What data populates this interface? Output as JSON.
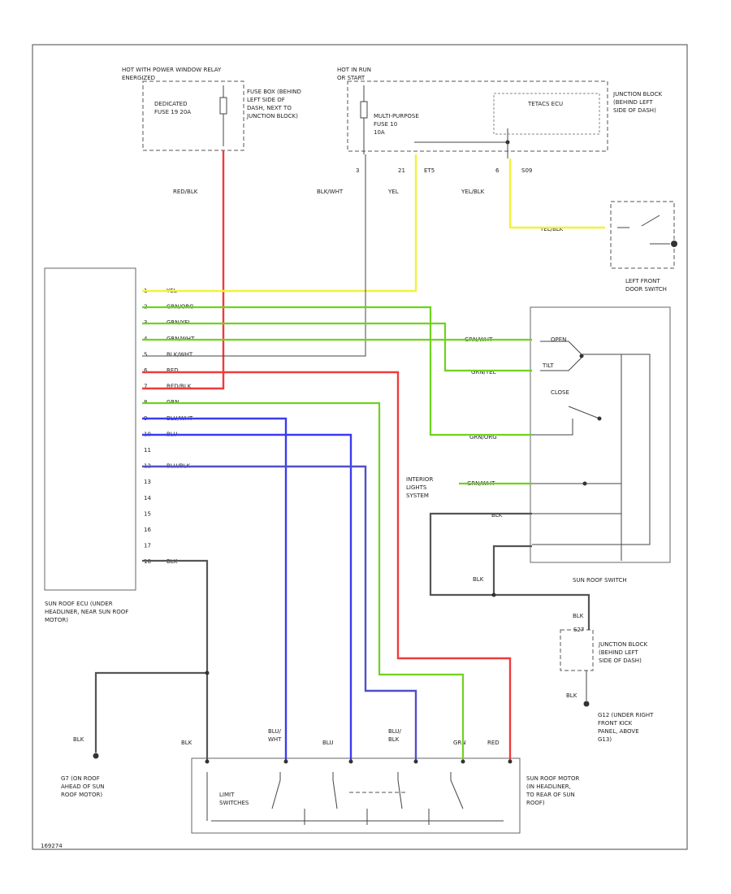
{
  "connectors": {
    "hot_power": "HOT WITH POWER WINDOW RELAY ENERGIZED",
    "dedicated_fuse": "DEDICATED FUSE 19 20A",
    "fuse_box": "FUSE BOX (BEHIND LEFT SIDE OF DASH, NEXT TO JUNCTION BLOCK)",
    "hot_run": "HOT IN RUN OR START",
    "multi_fuse": "MULTI-PURPOSE FUSE 10 10A",
    "tetra_ecu": "TETACS ECU",
    "jb_top": "JUNCTION BLOCK (BEHIND LEFT SIDE OF DASH)",
    "left_door_switch": "LEFT FRONT DOOR SWITCH",
    "ecu_name": "SUN ROOF ECU (UNDER HEADLINER, NEAR SUN ROOF MOTOR)",
    "sunroof_switch": "SUN ROOF SWITCH",
    "interior_lights": "INTERIOR LIGHTS SYSTEM",
    "jb_bottom": "JUNCTION BLOCK (BEHIND LEFT SIDE OF DASH)",
    "ground_g12": "G12 (UNDER RIGHT FRONT KICK PANEL, ABOVE G13)",
    "ground_g7": "G7 (ON ROOF AHEAD OF SUN ROOF MOTOR)",
    "motor": "SUN ROOF MOTOR (IN HEADLINER, TO REAR OF SUN ROOF)",
    "limit_switches": "LIMIT SWITCHES",
    "switch_open": "OPEN",
    "switch_tilt": "TILT",
    "switch_close": "CLOSE",
    "diagram_id": "169274"
  },
  "wire_labels": {
    "red_blk": "RED/BLK",
    "blk_wht": "BLK/WHT",
    "yel": "YEL",
    "yel_blk": "YEL/BLK",
    "yel_blk2": "YEL/BLK",
    "grn_org": "GRN/ORG",
    "grn_yel": "GRN/YEL",
    "grn_wht": "GRN/WHT",
    "grn_wht2": "GRN/WHT",
    "blk_top": "BLK",
    "blk_sw": "BLK",
    "blk_jb": "BLK",
    "blk_g12": "BLK",
    "blk_g7": "BLK",
    "blk_mot": "BLK",
    "blu_wht": "BLU/ WHT",
    "blu": "BLU",
    "blu_blk": "BLU/ BLK",
    "grn": "GRN",
    "red": "RED"
  },
  "pins": {
    "p3": "3",
    "p21": "21",
    "p6": "6",
    "ets": "ET5",
    "s09": "S09",
    "s27": "S27"
  },
  "ecu_rows": [
    {
      "pin": "1",
      "wire": "YEL"
    },
    {
      "pin": "2",
      "wire": "GRN/ORG"
    },
    {
      "pin": "3",
      "wire": "GRN/YEL"
    },
    {
      "pin": "4",
      "wire": "GRN/WHT"
    },
    {
      "pin": "5",
      "wire": "BLK/WHT"
    },
    {
      "pin": "6",
      "wire": "RED"
    },
    {
      "pin": "7",
      "wire": "RED/BLK"
    },
    {
      "pin": "8",
      "wire": "GRN"
    },
    {
      "pin": "9",
      "wire": "BLU/WHT"
    },
    {
      "pin": "10",
      "wire": "BLU"
    },
    {
      "pin": "11",
      "wire": ""
    },
    {
      "pin": "12",
      "wire": "BLU/BLK"
    },
    {
      "pin": "13",
      "wire": ""
    },
    {
      "pin": "14",
      "wire": ""
    },
    {
      "pin": "15",
      "wire": ""
    },
    {
      "pin": "16",
      "wire": ""
    },
    {
      "pin": "17",
      "wire": ""
    },
    {
      "pin": "18",
      "wire": "BLK"
    }
  ],
  "colors": {
    "red": "#ef3b3b",
    "yellow": "#f2f23a",
    "green": "#6fd21f",
    "blue": "#3b3bef",
    "black": "#555555"
  }
}
